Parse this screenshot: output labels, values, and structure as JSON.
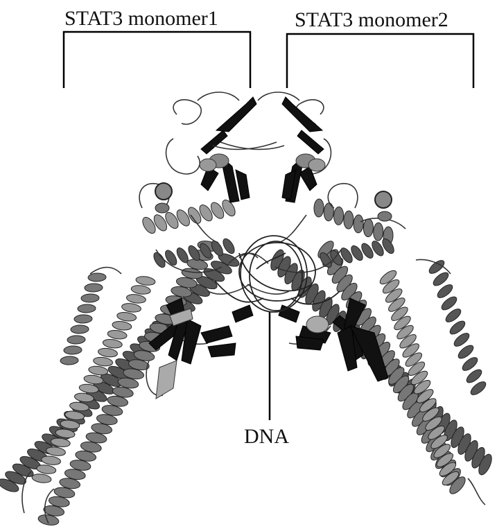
{
  "labels": {
    "monomer1": "STAT3 monomer1",
    "monomer2": "STAT3 monomer2",
    "dna": "DNA"
  },
  "colors": {
    "helix_dark": "#555555",
    "helix_mid": "#777777",
    "helix_light": "#9a9a9a",
    "sheet": "#111111",
    "coil": "#333333",
    "bracket": "#000000"
  }
}
